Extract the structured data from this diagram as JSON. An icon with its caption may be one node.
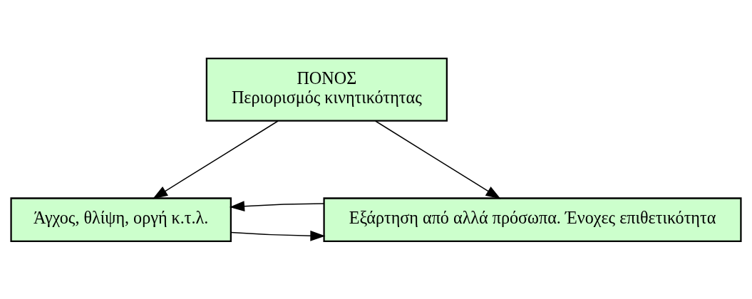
{
  "diagram": {
    "nodes": [
      {
        "text": [
          "ΠΟΝΟΣ",
          "Περιορισμός κινητικότητας"
        ]
      },
      {
        "text": [
          "Άγχος, θλίψη, οργή κ.τ.λ."
        ]
      },
      {
        "text": [
          "Εξάρτηση από αλλά πρόσωπα. Ένοχες επιθετικότητα"
        ]
      }
    ],
    "edges": [
      {
        "from": 0,
        "to": 1,
        "arrow": "to"
      },
      {
        "from": 0,
        "to": 2,
        "arrow": "to"
      },
      {
        "from": 1,
        "to": 2,
        "arrow": "to"
      },
      {
        "from": 2,
        "to": 1,
        "arrow": "to"
      }
    ]
  }
}
